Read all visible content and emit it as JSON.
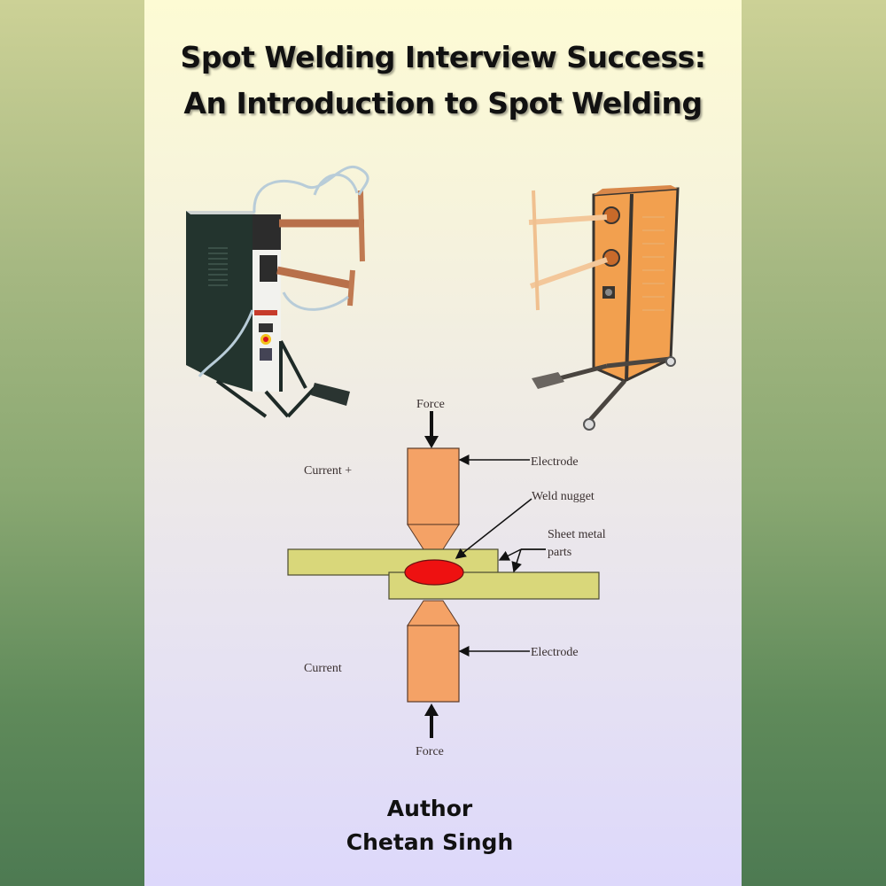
{
  "cover": {
    "title_line1": "Spot Welding Interview Success:",
    "title_line2": "An Introduction to Spot Welding",
    "author_label": "Author",
    "author_name": "Chetan Singh"
  },
  "images": [
    {
      "name": "pedestal-spot-welding-machine-dark",
      "description": "Dark green pedestal spot welding machine with copper arms and foot pedal"
    },
    {
      "name": "pedestal-spot-welding-machine-orange",
      "description": "Orange cabinet spot welding machine with wheels and foot pedal"
    }
  ],
  "diagram": {
    "force_top": "Force",
    "force_bottom": "Force",
    "current_plus": "Current +",
    "current_minus": "Current",
    "electrode_top": "Electrode",
    "electrode_bottom": "Electrode",
    "weld_nugget": "Weld nugget",
    "sheet_metal_line1": "Sheet metal",
    "sheet_metal_line2": "parts",
    "colors": {
      "electrode": "#f4a266",
      "sheet": "#d9d77a",
      "nugget": "#ee1111"
    }
  }
}
